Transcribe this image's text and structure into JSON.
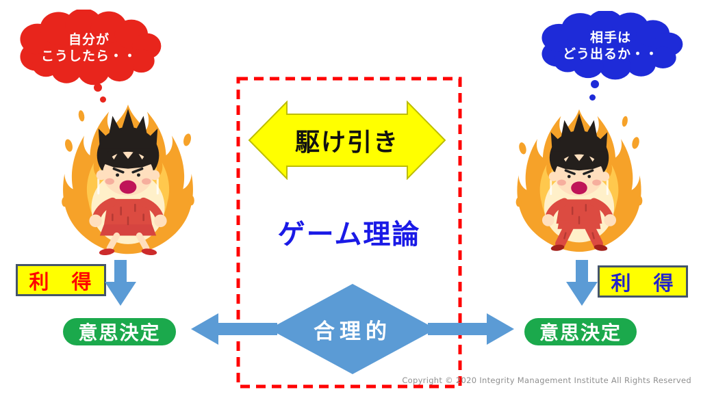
{
  "bubbles": {
    "left": {
      "line1": "自分が",
      "line2": "こうしたら・・",
      "color": "#E8251C",
      "text_color": "#FFFFFF"
    },
    "right": {
      "line1": "相手は",
      "line2": "どう出るか・・",
      "color": "#1E2BD8",
      "text_color": "#FFFFFF"
    }
  },
  "center_box": {
    "bargaining_label": "駆け引き",
    "title": "ゲーム理論",
    "rational_label": "合理的",
    "frame_color": "#FF0000",
    "arrow_fill": "#FFFF00",
    "title_color": "#1A1AE6",
    "diamond_color": "#5B9BD5"
  },
  "left_flow": {
    "payoff_label": "利　得",
    "payoff_text_color": "#FF0000",
    "decision_label": "意思決定"
  },
  "right_flow": {
    "payoff_label": "利　得",
    "payoff_text_color": "#2323CC",
    "decision_label": "意思決定"
  },
  "shared": {
    "pill_color": "#1BA94C",
    "payoff_bg": "#FFFF00",
    "flow_arrow_color": "#5B9BD5"
  },
  "footer": {
    "copyright": "Copyright © 2020  Integrity Management Institute All Rights Reserved"
  }
}
